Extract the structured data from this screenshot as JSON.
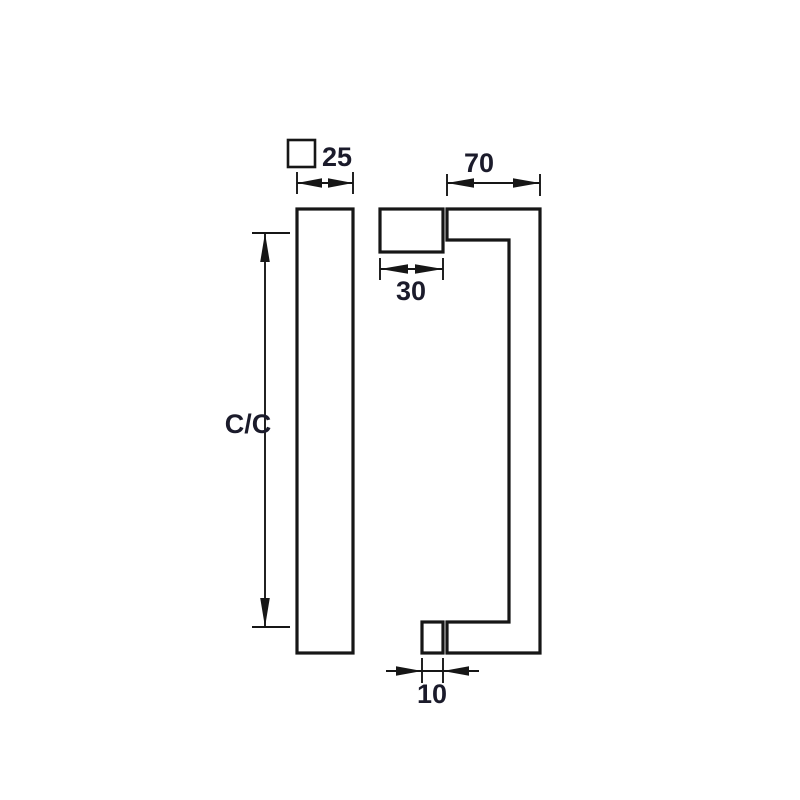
{
  "drawing": {
    "type": "engineering-dimension-drawing",
    "subject": "square-profile door pull handle",
    "views": [
      {
        "name": "front-view",
        "position": "left"
      },
      {
        "name": "side-view",
        "position": "right"
      }
    ],
    "background_color": "#ffffff",
    "line_color": "#161616",
    "text_color": "#1b1b2b"
  },
  "dimensions": {
    "profile": {
      "label": "25",
      "symbol": "square-profile-symbol",
      "meaning": "square section 25 x 25",
      "orientation": "horizontal"
    },
    "projection": {
      "label": "70",
      "meaning": "overall projection from door face",
      "orientation": "horizontal"
    },
    "boss": {
      "label": "30",
      "meaning": "mounting boss / standoff length",
      "orientation": "horizontal"
    },
    "thickness": {
      "label": "10",
      "meaning": "gap / bar thickness",
      "orientation": "horizontal"
    },
    "centers": {
      "label": "C/C",
      "meaning": "centre to centre fixing distance",
      "orientation": "vertical"
    }
  }
}
